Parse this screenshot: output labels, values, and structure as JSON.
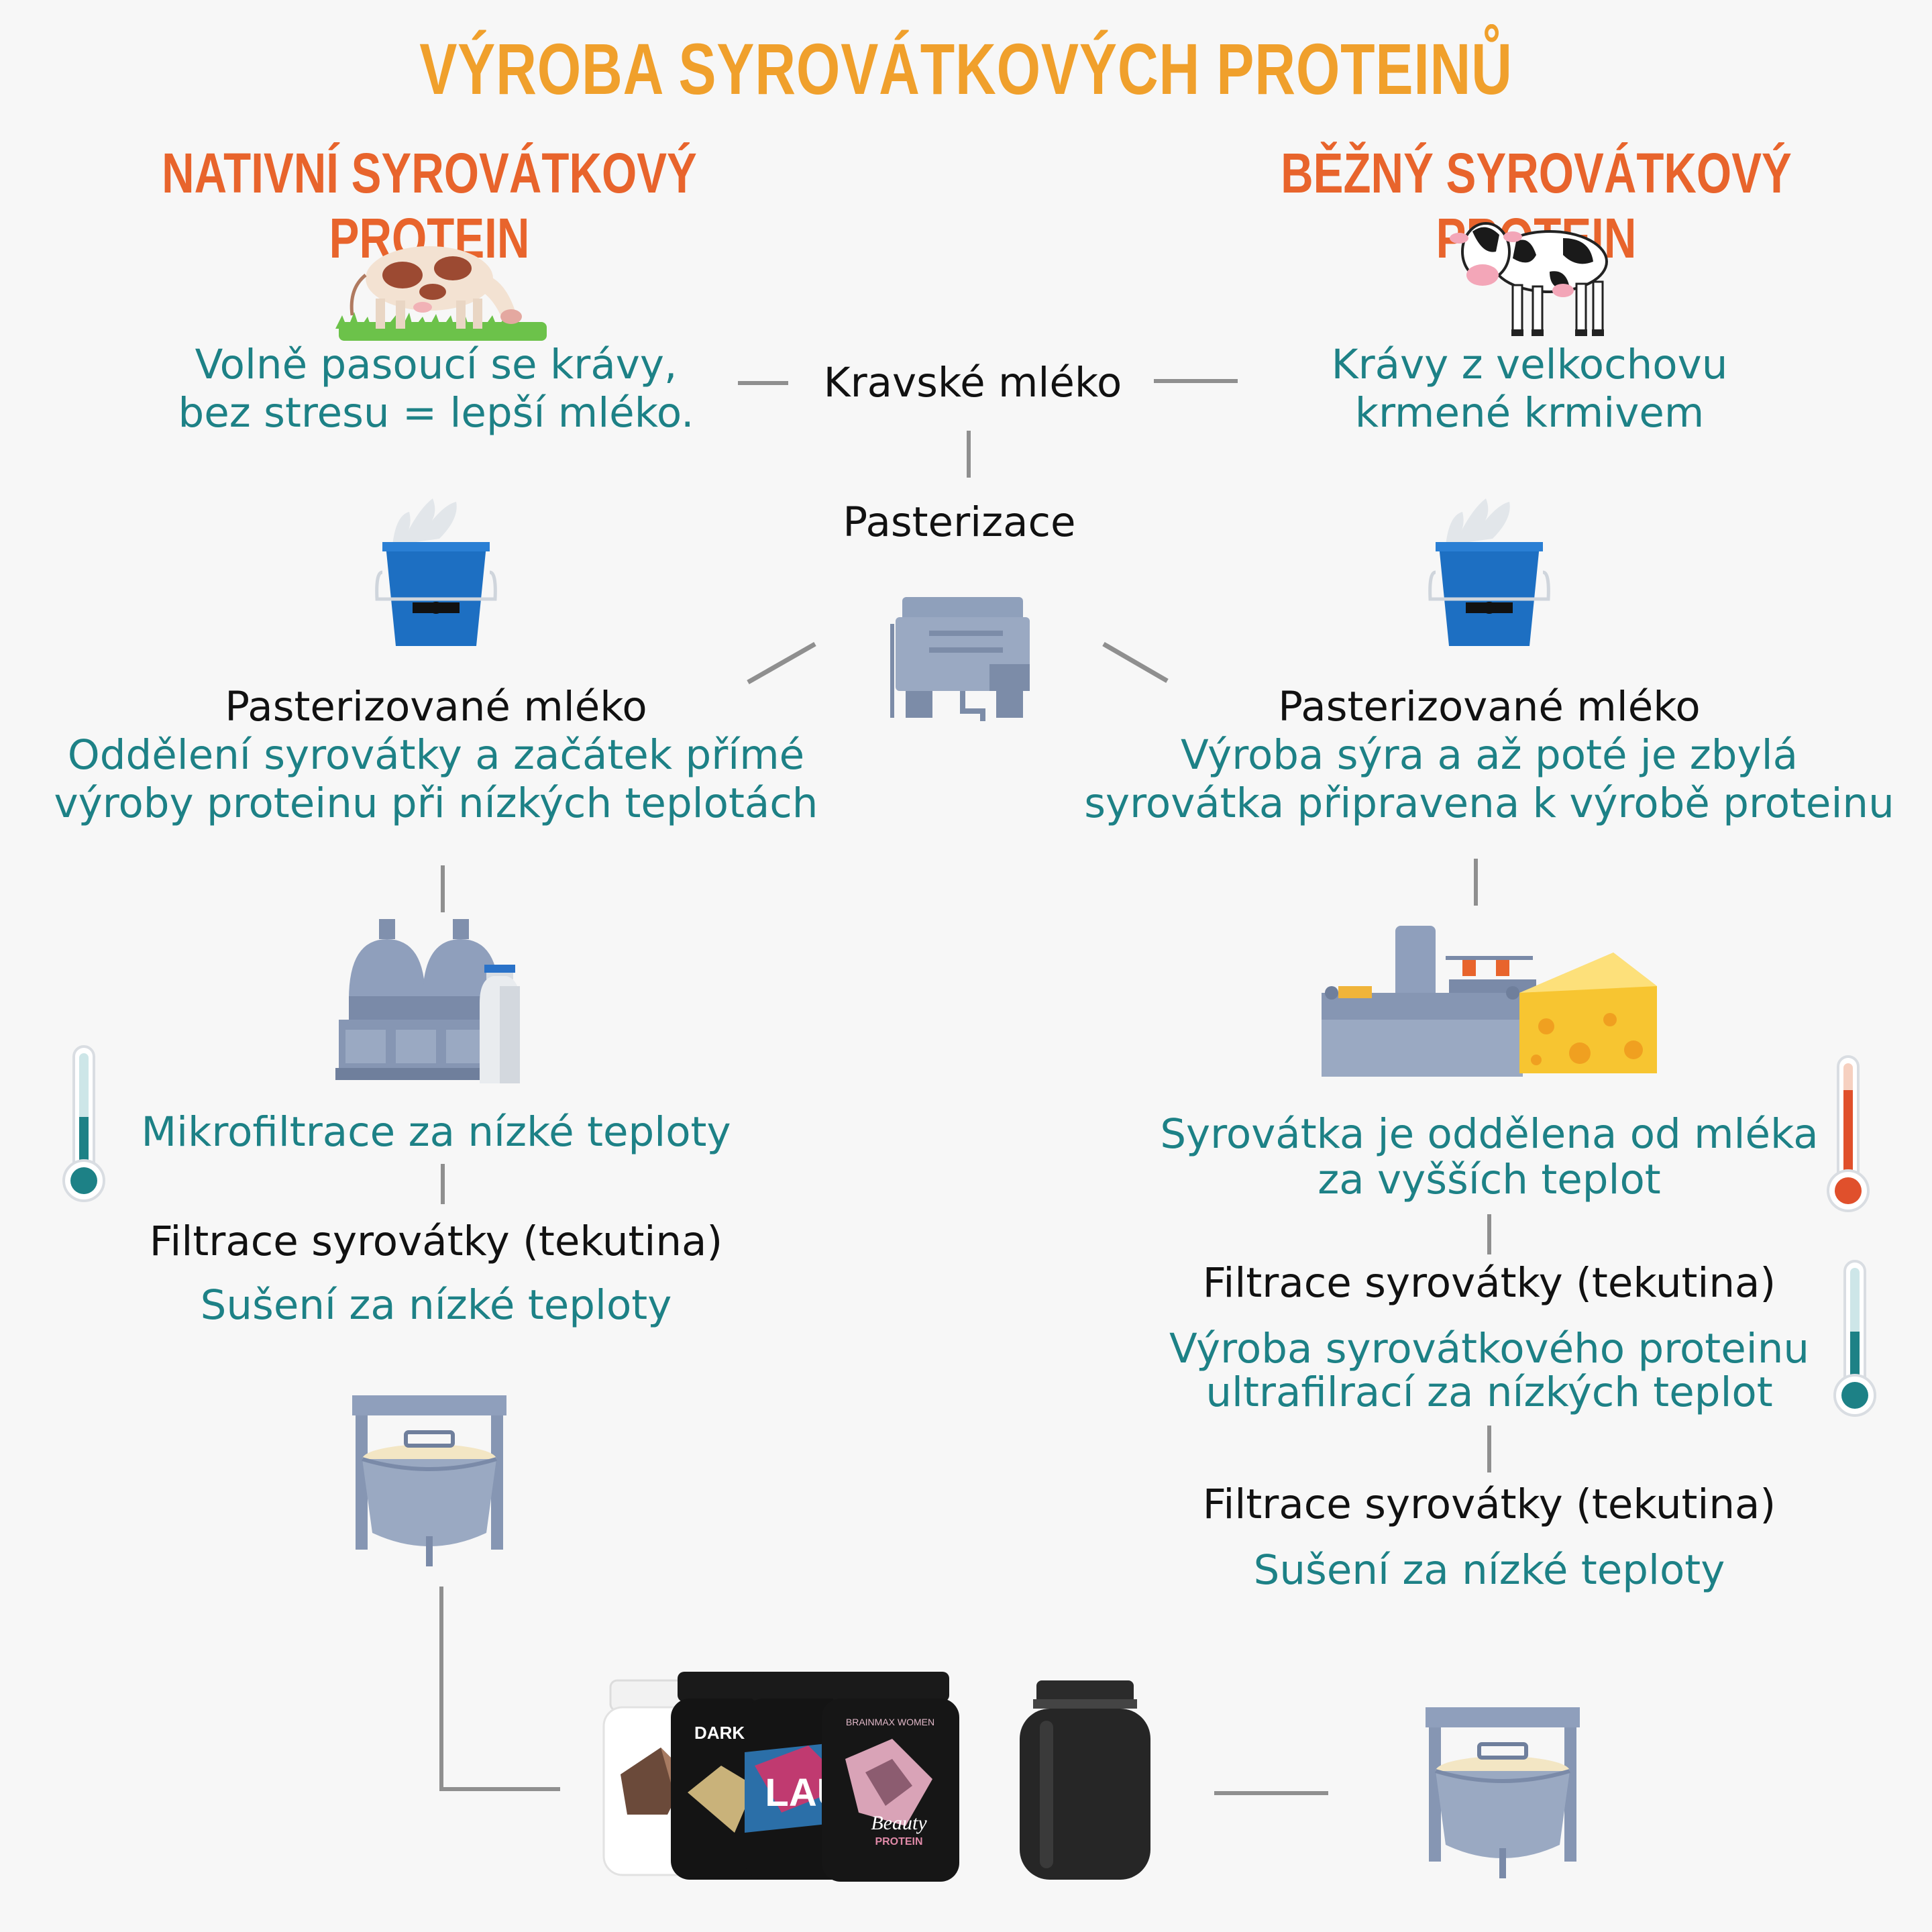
{
  "title": "VÝROBA SYROVÁTKOVÝCH PROTEINŮ",
  "left": {
    "heading": "NATIVNÍ SYROVÁTKOVÝ PROTEIN",
    "cows": [
      "Volně pasoucí se krávy,",
      "bez stresu = lepší mléko."
    ],
    "milk_label": "Pasterizované mléko",
    "separation": [
      "Oddělení syrovátky a začátek přímé",
      "výroby proteinu při nízkých teplotách"
    ],
    "microfiltration": "Mikrofiltrace za nízké teploty",
    "filtration": "Filtrace syrovátky (tekutina)",
    "drying": "Sušení za nízké teploty"
  },
  "center": {
    "source": "Kravské mléko",
    "pasteurization": "Pasterizace"
  },
  "right": {
    "heading": "BĚŽNÝ SYROVÁTKOVÝ PROTEIN",
    "cows": [
      "Krávy z velkochovu",
      "krmené krmivem"
    ],
    "milk_label": "Pasterizované mléko",
    "cheese": [
      "Výroba sýra a až poté je zbylá",
      "syrovátka připravena k výrobě proteinu"
    ],
    "separation": [
      "Syrovátka je oddělena od mléka",
      "za vyšších teplot"
    ],
    "filtration_1": "Filtrace syrovátky (tekutina)",
    "ultrafiltration": [
      "Výroba syrovátkového proteinu",
      "ultrafilrací za nízkých teplot"
    ],
    "filtration_2": "Filtrace syrovátky (tekutina)",
    "drying": "Sušení za nízké teploty"
  },
  "products": {
    "jar_1_label": "DARK KN",
    "jar_2_label": "LAU",
    "jar_3_brand": "BRAINMAX WOMEN",
    "jar_3_label": "Beauty",
    "jar_3_sub": "PROTEIN"
  },
  "colors": {
    "title": "#f0a02c",
    "heading": "#e8642c",
    "teal_text": "#1d8186",
    "black_text": "#111111",
    "lines": "#8f8f8f",
    "thermo_cold": "#1d8186",
    "thermo_hot": "#e0502c"
  },
  "icons": [
    "grazing-cow-icon",
    "dairy-cow-icon",
    "milk-bucket-icon",
    "pasteurizer-icon",
    "milk-plant-icon",
    "cheese-factory-icon",
    "thermometer-icon",
    "whey-vat-icon",
    "protein-jar-icon"
  ]
}
